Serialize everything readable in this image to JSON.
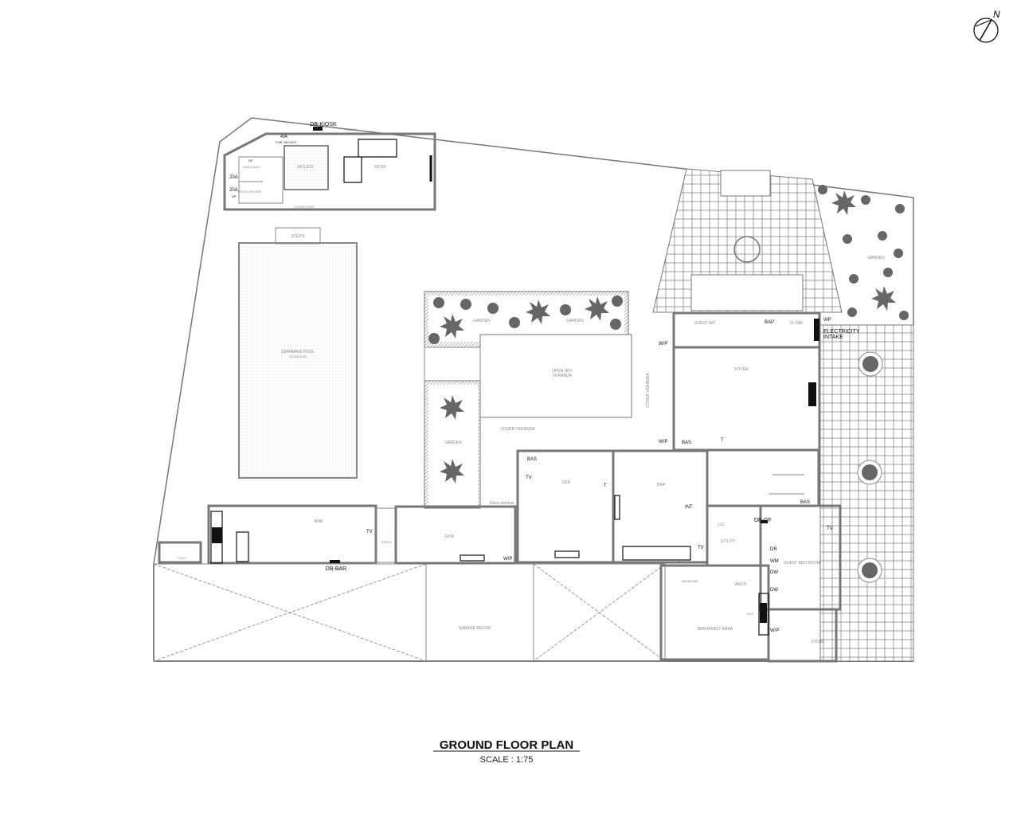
{
  "title": "GROUND FLOOR PLAN",
  "scale": "SCALE  :  1:75",
  "north": "N",
  "kiosk": {
    "db": "DB-KIOSK",
    "amp40": "40A",
    "for_jacuzzi": "FOR JACUZZI",
    "jacuzzi": "JACUZZI",
    "kiosk": "KIOSK",
    "sauna": "SAUNA BATH",
    "steam": "STEAM / SHOWER",
    "amp20a": "20A",
    "amp20b": "20A",
    "dp1": "DP",
    "dp2": "DP",
    "window": "WINDOW",
    "sliding_door": "SLIDING DOOR"
  },
  "pool": {
    "steps": "STEPS",
    "name": "SWIMMING POOL",
    "size": "12000x6000"
  },
  "veranda": {
    "garden": "GARDEN",
    "open_sky": "OPEN SKY",
    "open_sky2": "VERANDA",
    "cover": "COVER VERANDA",
    "glass_window": "Glass window"
  },
  "rooms": {
    "gym": "GYM",
    "den": "DEN",
    "bar": "BAR",
    "outdoor_bar": "BAR",
    "toilet": "TOILET",
    "steps": "STEPS",
    "db_bar": "DB-BAR",
    "garage": "GARAGE BELOW",
    "breakfast": "BREAKFAST AREA",
    "wardrobe": "WARDROBE",
    "sink": "SINK",
    "arch": "ARCH",
    "utility": "UTILITY",
    "lc": "L/C",
    "db_gf": "DB-GF",
    "guest_bed": "GUEST BED ROOM",
    "store": "STORE",
    "foyer": "FOYER",
    "guest_wc": "GUEST WC",
    "cloak": "CLOAK",
    "garden": "GARDEN",
    "electricity": "ELECTRICITY",
    "intake": "INTAKE"
  },
  "symbols": {
    "wp": "W/P",
    "wp2": "WP",
    "bas": "BAS",
    "bap": "BAP",
    "t": "T",
    "tv": "TV",
    "int": "INT",
    "dr": "DR",
    "wm": "WM",
    "dw": "DW"
  }
}
